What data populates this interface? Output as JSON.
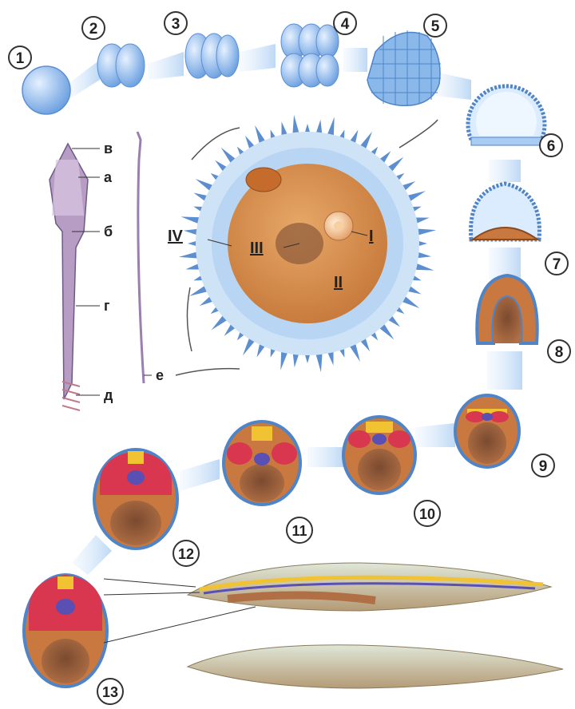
{
  "stage_labels": [
    "1",
    "2",
    "3",
    "4",
    "5",
    "6",
    "7",
    "8",
    "9",
    "10",
    "11",
    "12",
    "13"
  ],
  "sperm_labels": {
    "a": "а",
    "b": "б",
    "v": "в",
    "g": "г",
    "d": "д",
    "e": "е"
  },
  "egg_labels": {
    "I": "I",
    "II": "II",
    "III": "III",
    "IV": "IV"
  },
  "colors": {
    "cleavage_blue": "#7fb0e6",
    "egg_cytoplasm": "#d08a4a",
    "egg_envelope": "#cfe3f7",
    "corona_cells": "#5d8fd0",
    "sperm_purple": "#b79cc4",
    "endoderm": "#c9793f",
    "ectoderm": "#7ea9dc",
    "mesoderm": "#d9364f",
    "neural": "#f1c232",
    "notochord": "#5a4fb3",
    "lancelet": "#c9b48f"
  }
}
